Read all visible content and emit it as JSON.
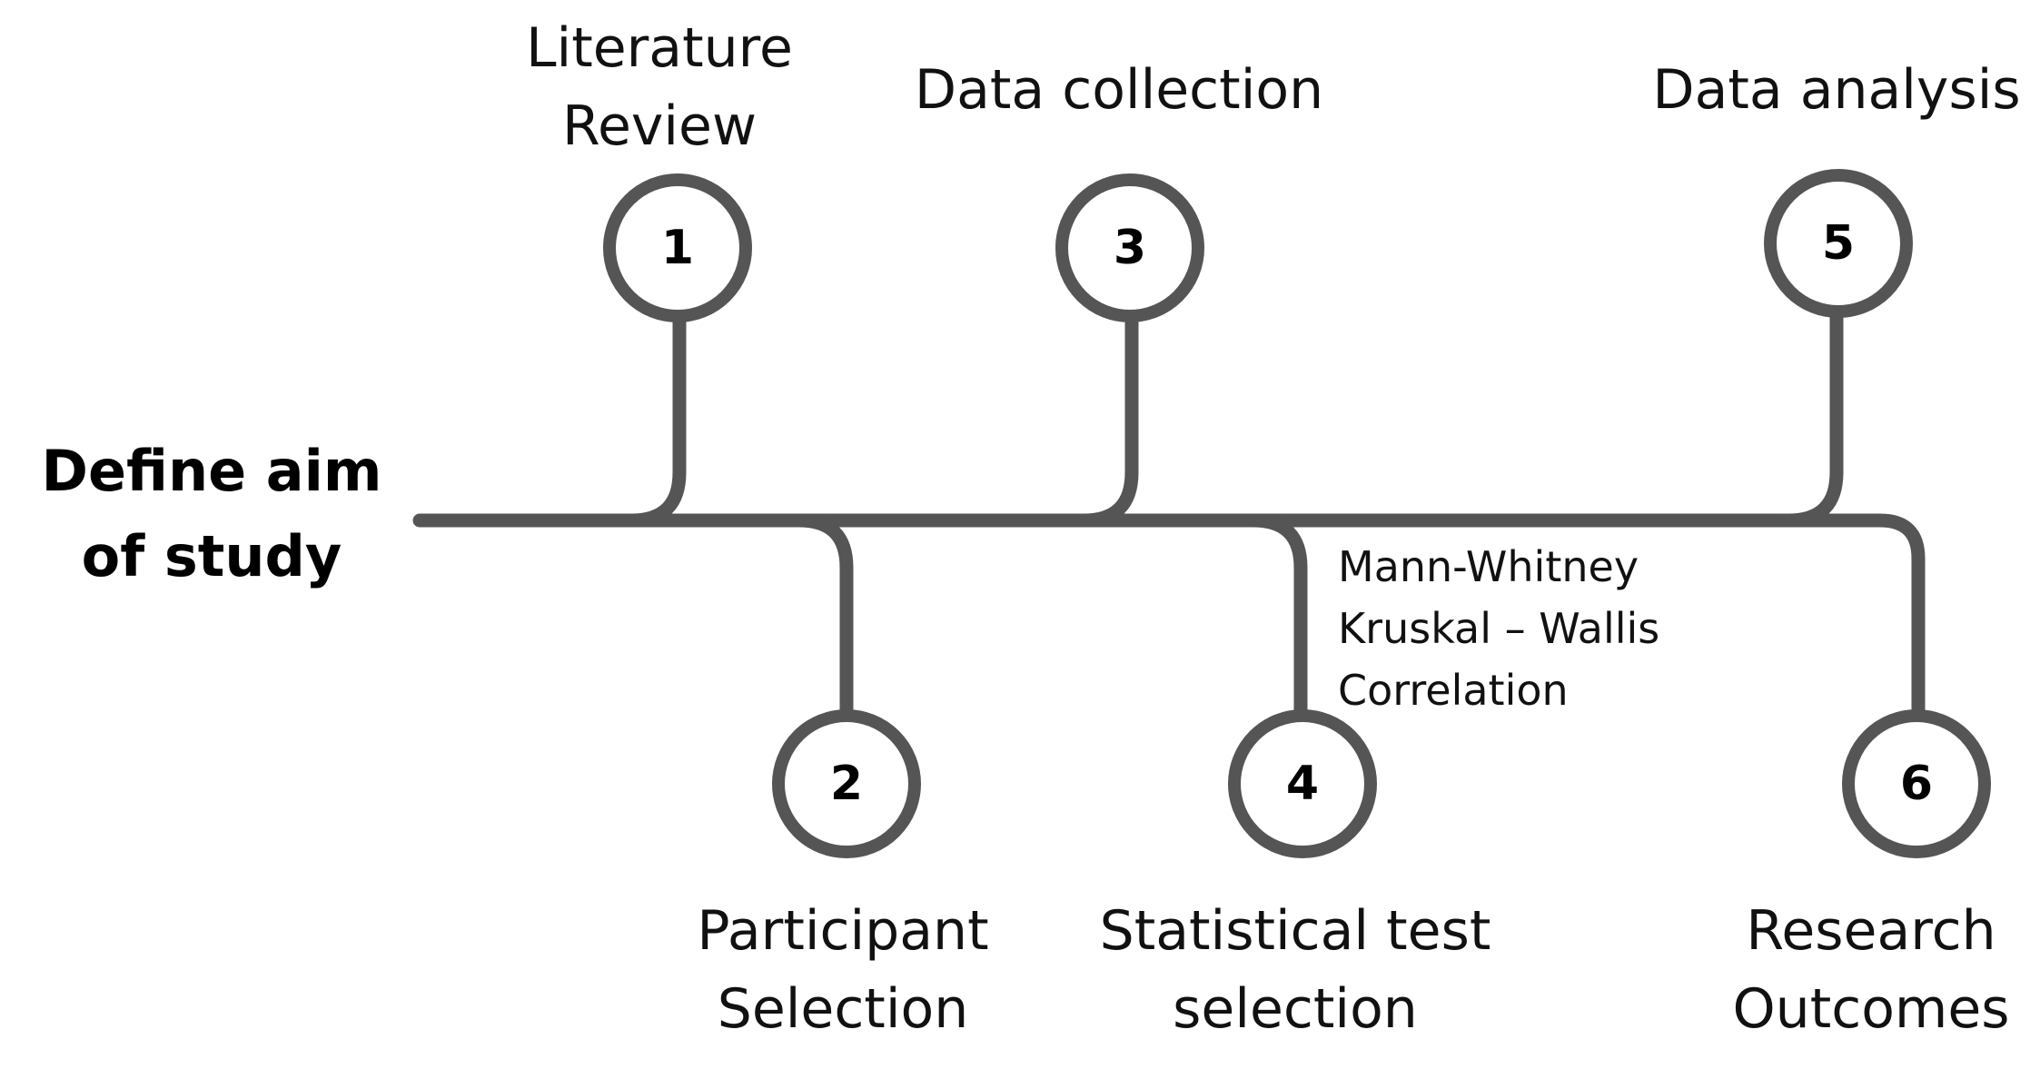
{
  "root": {
    "line1": "Define aim",
    "line2": "of study"
  },
  "steps": [
    {
      "number": "1",
      "label": [
        "Literature",
        "Review"
      ]
    },
    {
      "number": "2",
      "label": [
        "Participant",
        "Selection"
      ]
    },
    {
      "number": "3",
      "label": [
        "Data collection"
      ]
    },
    {
      "number": "4",
      "label": [
        "Statistical test",
        "selection"
      ]
    },
    {
      "number": "5",
      "label": [
        "Data analysis"
      ]
    },
    {
      "number": "6",
      "label": [
        "Research",
        "Outcomes"
      ]
    }
  ],
  "tests": [
    "Mann-Whitney",
    "Kruskal – Wallis",
    "Correlation"
  ],
  "colors": {
    "line": "#555555",
    "node_fill": "#ffffff",
    "text": "#111111"
  }
}
